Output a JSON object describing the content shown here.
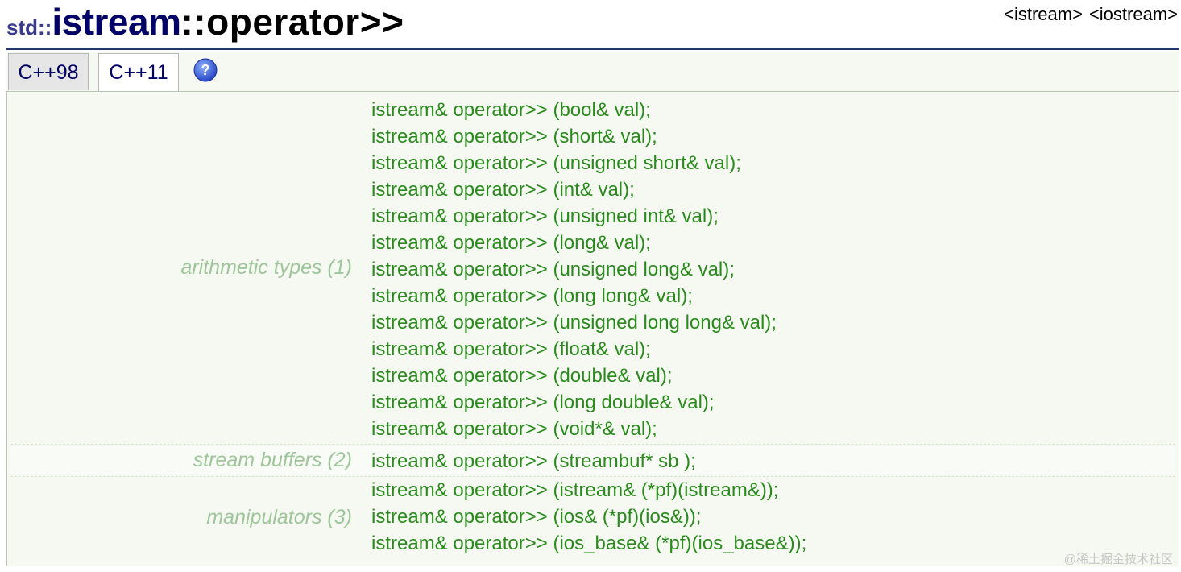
{
  "header": {
    "namespace": "std::",
    "class_name": "istream",
    "member": "::operator>>",
    "headers": [
      "<istream>",
      "<iostream>"
    ]
  },
  "tabs": [
    {
      "label": "C++98",
      "active": false
    },
    {
      "label": "C++11",
      "active": true
    }
  ],
  "help_icon": "question-mark-icon",
  "sections": [
    {
      "label": "arithmetic types (1)",
      "prototypes": [
        "istream& operator>> (bool& val);",
        "istream& operator>> (short& val);",
        "istream& operator>> (unsigned short& val);",
        "istream& operator>> (int& val);",
        "istream& operator>> (unsigned int& val);",
        "istream& operator>> (long& val);",
        "istream& operator>> (unsigned long& val);",
        "istream& operator>> (long long& val);",
        "istream& operator>> (unsigned long long& val);",
        "istream& operator>> (float& val);",
        "istream& operator>> (double& val);",
        "istream& operator>> (long double& val);",
        "istream& operator>> (void*& val);"
      ]
    },
    {
      "label": "stream buffers (2)",
      "prototypes": [
        "istream& operator>> (streambuf* sb );"
      ]
    },
    {
      "label": "manipulators (3)",
      "prototypes": [
        "istream& operator>> (istream& (*pf)(istream&));",
        "istream& operator>> (ios& (*pf)(ios&));",
        "istream& operator>> (ios_base& (*pf)(ios_base&));"
      ]
    }
  ],
  "watermark": "@稀土掘金技术社区",
  "colors": {
    "rule": "#24366b",
    "prototype": "#2b8a1d",
    "section_label": "#9fc59a",
    "panel_bg": "#f5f9f2",
    "title_class": "#000066"
  }
}
